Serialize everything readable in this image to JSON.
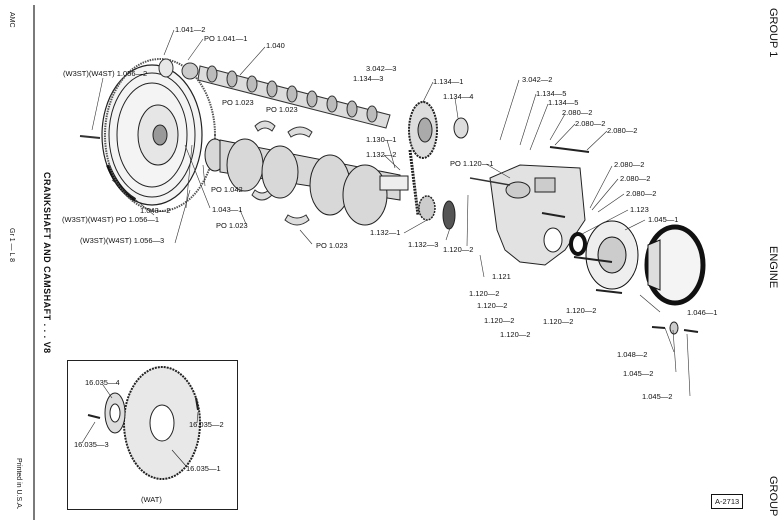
{
  "page": {
    "publisher": "AMC",
    "section_title": "CRANKSHAFT AND CAMSHAFT . . . V8",
    "page_ref": "Gr 1 — L 8",
    "printed": "Printed in U.S.A.",
    "group_top": "GROUP 1",
    "category": "ENGINE",
    "group_bottom": "GROUP",
    "figure_number": "A-2713"
  },
  "parts": {
    "p1041_2": "1.041—2",
    "p1041_1": "PO 1.041—1",
    "p1040": "1.040",
    "p3042_3": "3.042—3",
    "p1134_3": "1.134—3",
    "p1134_1": "1.134—1",
    "p1134_4": "1.134—4",
    "p3042_2": "3.042—2",
    "p1134_5a": "1.134—5",
    "p1134_5b": "1.134—5",
    "p2080_a": "2.080—2",
    "p2080_b": "2.080—2",
    "p2080_c": "2.080—2",
    "p2080_d": "2.080—2",
    "p2080_e": "2.080—2",
    "p2080_f": "2.080—2",
    "p1056_2": "(W3ST)(W4ST) 1.056—2",
    "p1023_a": "PO 1.023",
    "p1023_b": "PO 1.023",
    "p1130_1": "1.130—1",
    "p1132_2": "1.132—2",
    "p1120_1": "PO 1.120—1",
    "p1042": "PO 1.042",
    "p1043_2": "1.043—2",
    "p1043_1": "1.043—1",
    "p1056_1": "(W3ST)(W4ST) PO 1.056—1",
    "p1023_c": "PO 1.023",
    "p1056_3": "(W3ST)(W4ST) 1.056—3",
    "p1023_d": "PO 1.023",
    "p1132_1": "1.132—1",
    "p1132_3": "1.132—3",
    "p1120_2a": "1.120—2",
    "p1123": "1.123",
    "p1045_1": "1.045—1",
    "p1121": "1.121",
    "p1120_2b": "1.120—2",
    "p1120_2c": "1.120—2",
    "p1120_2d": "1.120—2",
    "p1120_2e": "1.120—2",
    "p1120_2f": "1.120—2",
    "p1120_2g": "1.120—2",
    "p1046_1": "1.046—1",
    "p1048_2": "1.048—2",
    "p1045_2a": "1.045—2",
    "p1045_2b": "1.045—2"
  },
  "inset": {
    "p16035_4": "16.035—4",
    "p16035_2": "16.035—2",
    "p16035_3": "16.035—3",
    "p16035_1": "16.035—1",
    "caption": "(WAT)"
  }
}
